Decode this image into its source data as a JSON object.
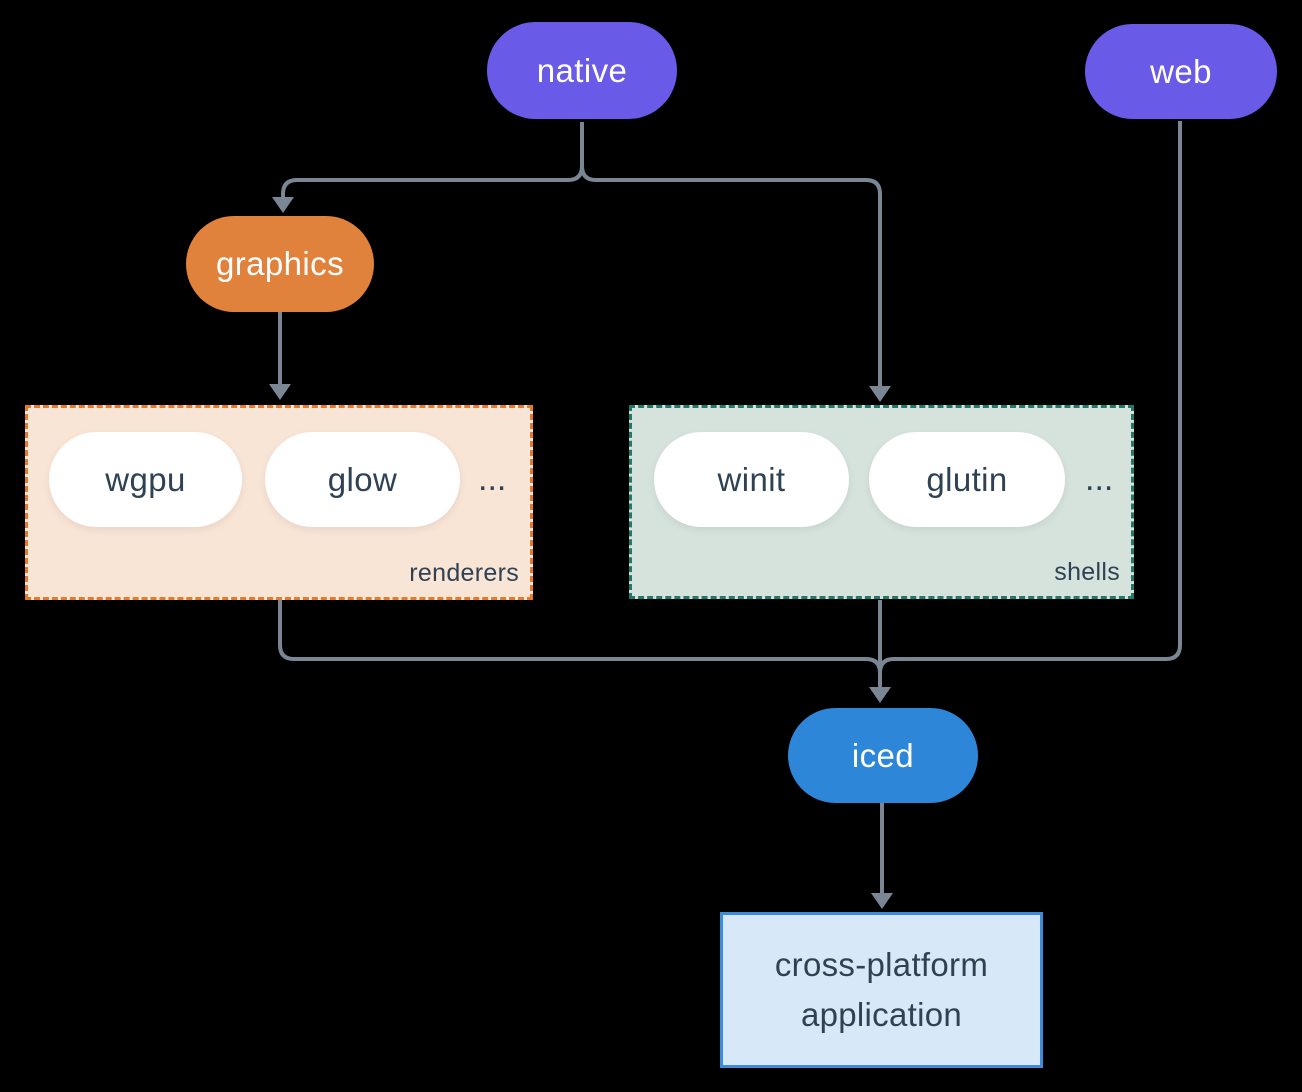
{
  "colors": {
    "background": "#000000",
    "purple": "#6A5AE8",
    "orange": "#E0823C",
    "blue": "#2E86D8",
    "pill-text-light": "#FFFFFF",
    "dark-text": "#2F4254",
    "line": "#7A8694",
    "renderers-fill": "#F9E5D6",
    "renderers-border": "#E5792C",
    "shells-fill": "#D6E3DD",
    "shells-border": "#21796A",
    "app-fill": "#D7E9F8",
    "app-border": "#3C8CDB"
  },
  "nodes": {
    "native": "native",
    "web": "web",
    "graphics": "graphics",
    "iced": "iced",
    "application": "cross-platform application"
  },
  "groups": {
    "renderers": {
      "label": "renderers",
      "items": [
        "wgpu",
        "glow"
      ],
      "more": "..."
    },
    "shells": {
      "label": "shells",
      "items": [
        "winit",
        "glutin"
      ],
      "more": "..."
    }
  }
}
